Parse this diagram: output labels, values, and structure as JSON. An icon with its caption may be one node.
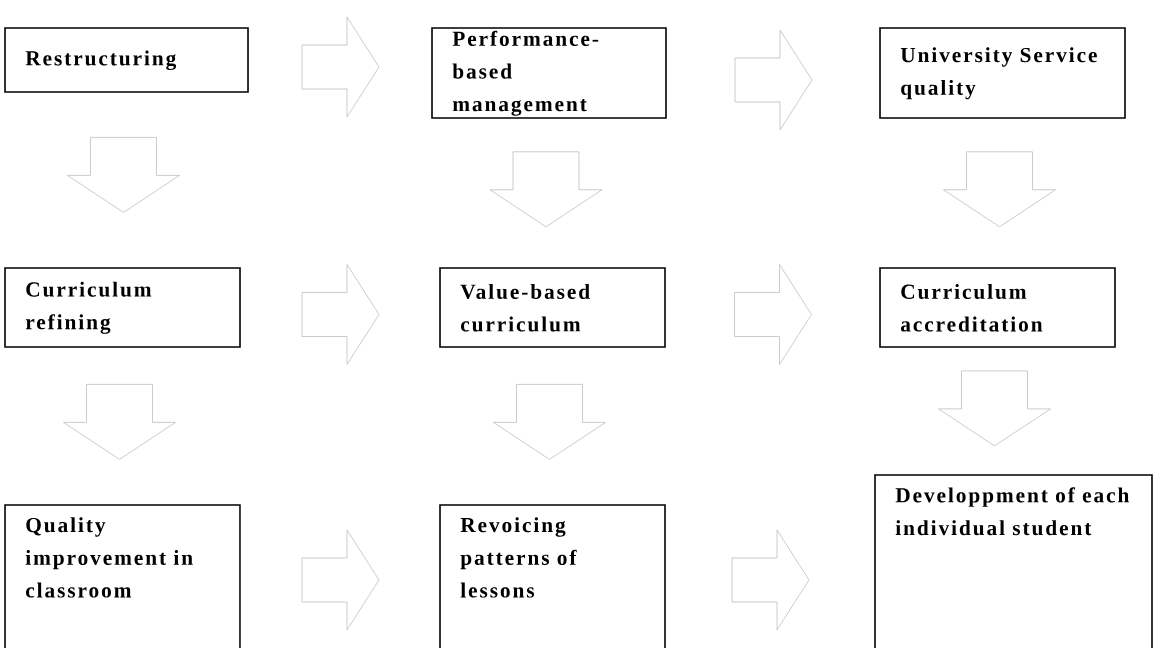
{
  "diagram": {
    "nodes": [
      {
        "text": [
          "Restructuring"
        ]
      },
      {
        "text": [
          "Performance-based management"
        ]
      },
      {
        "text": [
          "University Service quality"
        ]
      },
      {
        "text": [
          "Curriculum refining"
        ]
      },
      {
        "text": [
          "Value-based curriculum"
        ]
      },
      {
        "text": [
          "Curriculum accreditation"
        ]
      },
      {
        "text": [
          "Quality improvement in classroom"
        ]
      },
      {
        "text": [
          "Revoicing patterns of lessons"
        ]
      },
      {
        "text": [
          "Developpment of each individual student"
        ]
      }
    ],
    "edges": [
      {
        "from": 0,
        "to": 1,
        "arrow": "to"
      },
      {
        "from": 1,
        "to": 2,
        "arrow": "to"
      },
      {
        "from": 0,
        "to": 3,
        "arrow": "to"
      },
      {
        "from": 1,
        "to": 4,
        "arrow": "to"
      },
      {
        "from": 2,
        "to": 5,
        "arrow": "to"
      },
      {
        "from": 3,
        "to": 4,
        "arrow": "to"
      },
      {
        "from": 4,
        "to": 5,
        "arrow": "to"
      },
      {
        "from": 3,
        "to": 6,
        "arrow": "to"
      },
      {
        "from": 4,
        "to": 7,
        "arrow": "to"
      },
      {
        "from": 5,
        "to": 8,
        "arrow": "to"
      },
      {
        "from": 6,
        "to": 7,
        "arrow": "to"
      },
      {
        "from": 7,
        "to": 8,
        "arrow": "to"
      }
    ]
  }
}
